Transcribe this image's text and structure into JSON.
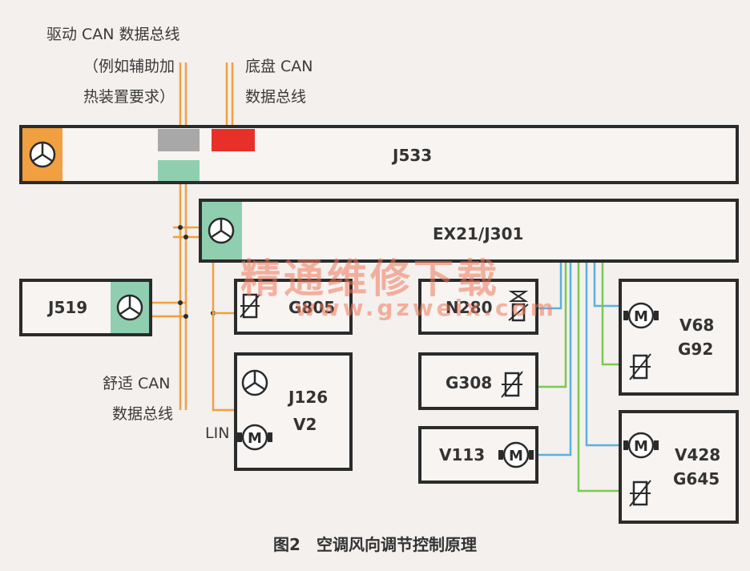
{
  "labels": {
    "drive_can_1": "驱动 CAN 数据总线",
    "drive_can_2": "（例如辅助加",
    "drive_can_3": "热装置要求）",
    "chassis_can_1": "底盘 CAN",
    "chassis_can_2": "数据总线",
    "comfort_can_1": "舒适 CAN",
    "comfort_can_2": "数据总线",
    "lin": "LIN"
  },
  "modules": {
    "j533": "J533",
    "ex21": "EX21/J301",
    "j519": "J519",
    "g805": "G805",
    "j126_1": "J126",
    "j126_2": "V2",
    "n280": "N280",
    "g308": "G308",
    "v113": "V113",
    "v68_1": "V68",
    "v68_2": "G92",
    "v428_1": "V428",
    "v428_2": "G645"
  },
  "icons": {
    "motor": "M"
  },
  "watermark": {
    "cn": "精通维修下载",
    "url": "www.gzweix.com"
  },
  "caption": "图2　空调风向调节控制原理",
  "colors": {
    "orange": "#f0a040",
    "gray": "#a8a8a8",
    "red": "#e8302a",
    "teal": "#8fcfb0",
    "blue": "#5ab0e0",
    "green": "#7cc850"
  }
}
